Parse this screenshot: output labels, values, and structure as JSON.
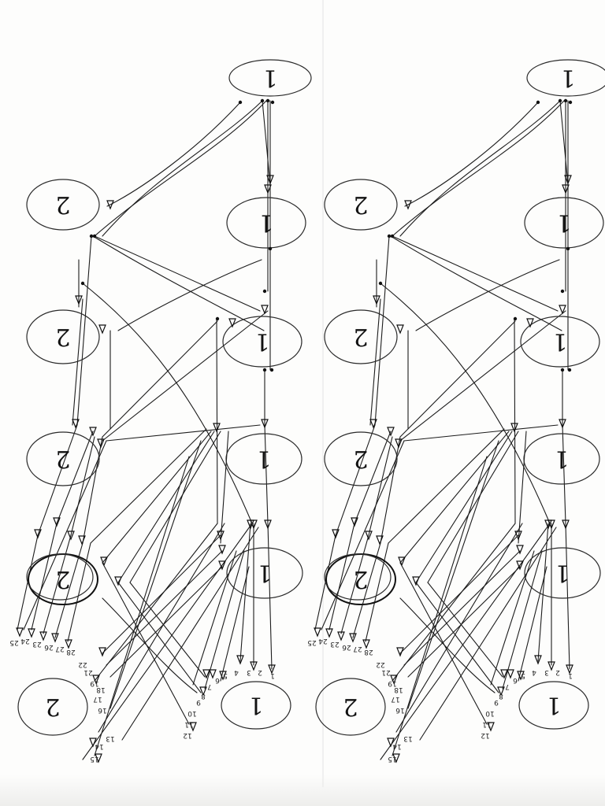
{
  "panels": [
    {
      "id": "left",
      "nodes": [
        {
          "label": "1"
        },
        {
          "label": "2"
        },
        {
          "label": "1"
        },
        {
          "label": "2"
        },
        {
          "label": "1"
        },
        {
          "label": "2"
        },
        {
          "label": "1"
        },
        {
          "label": "2"
        },
        {
          "label": "1"
        },
        {
          "label": "2"
        },
        {
          "label": "1"
        }
      ],
      "terminals": [
        "25",
        "24",
        "23",
        "26",
        "27",
        "28",
        "22",
        "21",
        "19",
        "18",
        "17",
        "16",
        "15",
        "14",
        "13",
        "12",
        "11",
        "10",
        "9",
        "8",
        "7",
        "6",
        "5",
        "4",
        "3",
        "2",
        "1"
      ]
    },
    {
      "id": "right",
      "nodes": [
        {
          "label": "1"
        },
        {
          "label": "2"
        },
        {
          "label": "1"
        },
        {
          "label": "2"
        },
        {
          "label": "1"
        },
        {
          "label": "2"
        },
        {
          "label": "1"
        },
        {
          "label": "2"
        },
        {
          "label": "1"
        },
        {
          "label": "2"
        },
        {
          "label": "1"
        }
      ],
      "terminals": [
        "25",
        "24",
        "23",
        "26",
        "27",
        "28",
        "22",
        "21",
        "19",
        "18",
        "17",
        "16",
        "15",
        "14",
        "13",
        "12",
        "11",
        "10",
        "9",
        "8",
        "7",
        "6",
        "5",
        "4",
        "3",
        "2",
        "1"
      ]
    }
  ]
}
